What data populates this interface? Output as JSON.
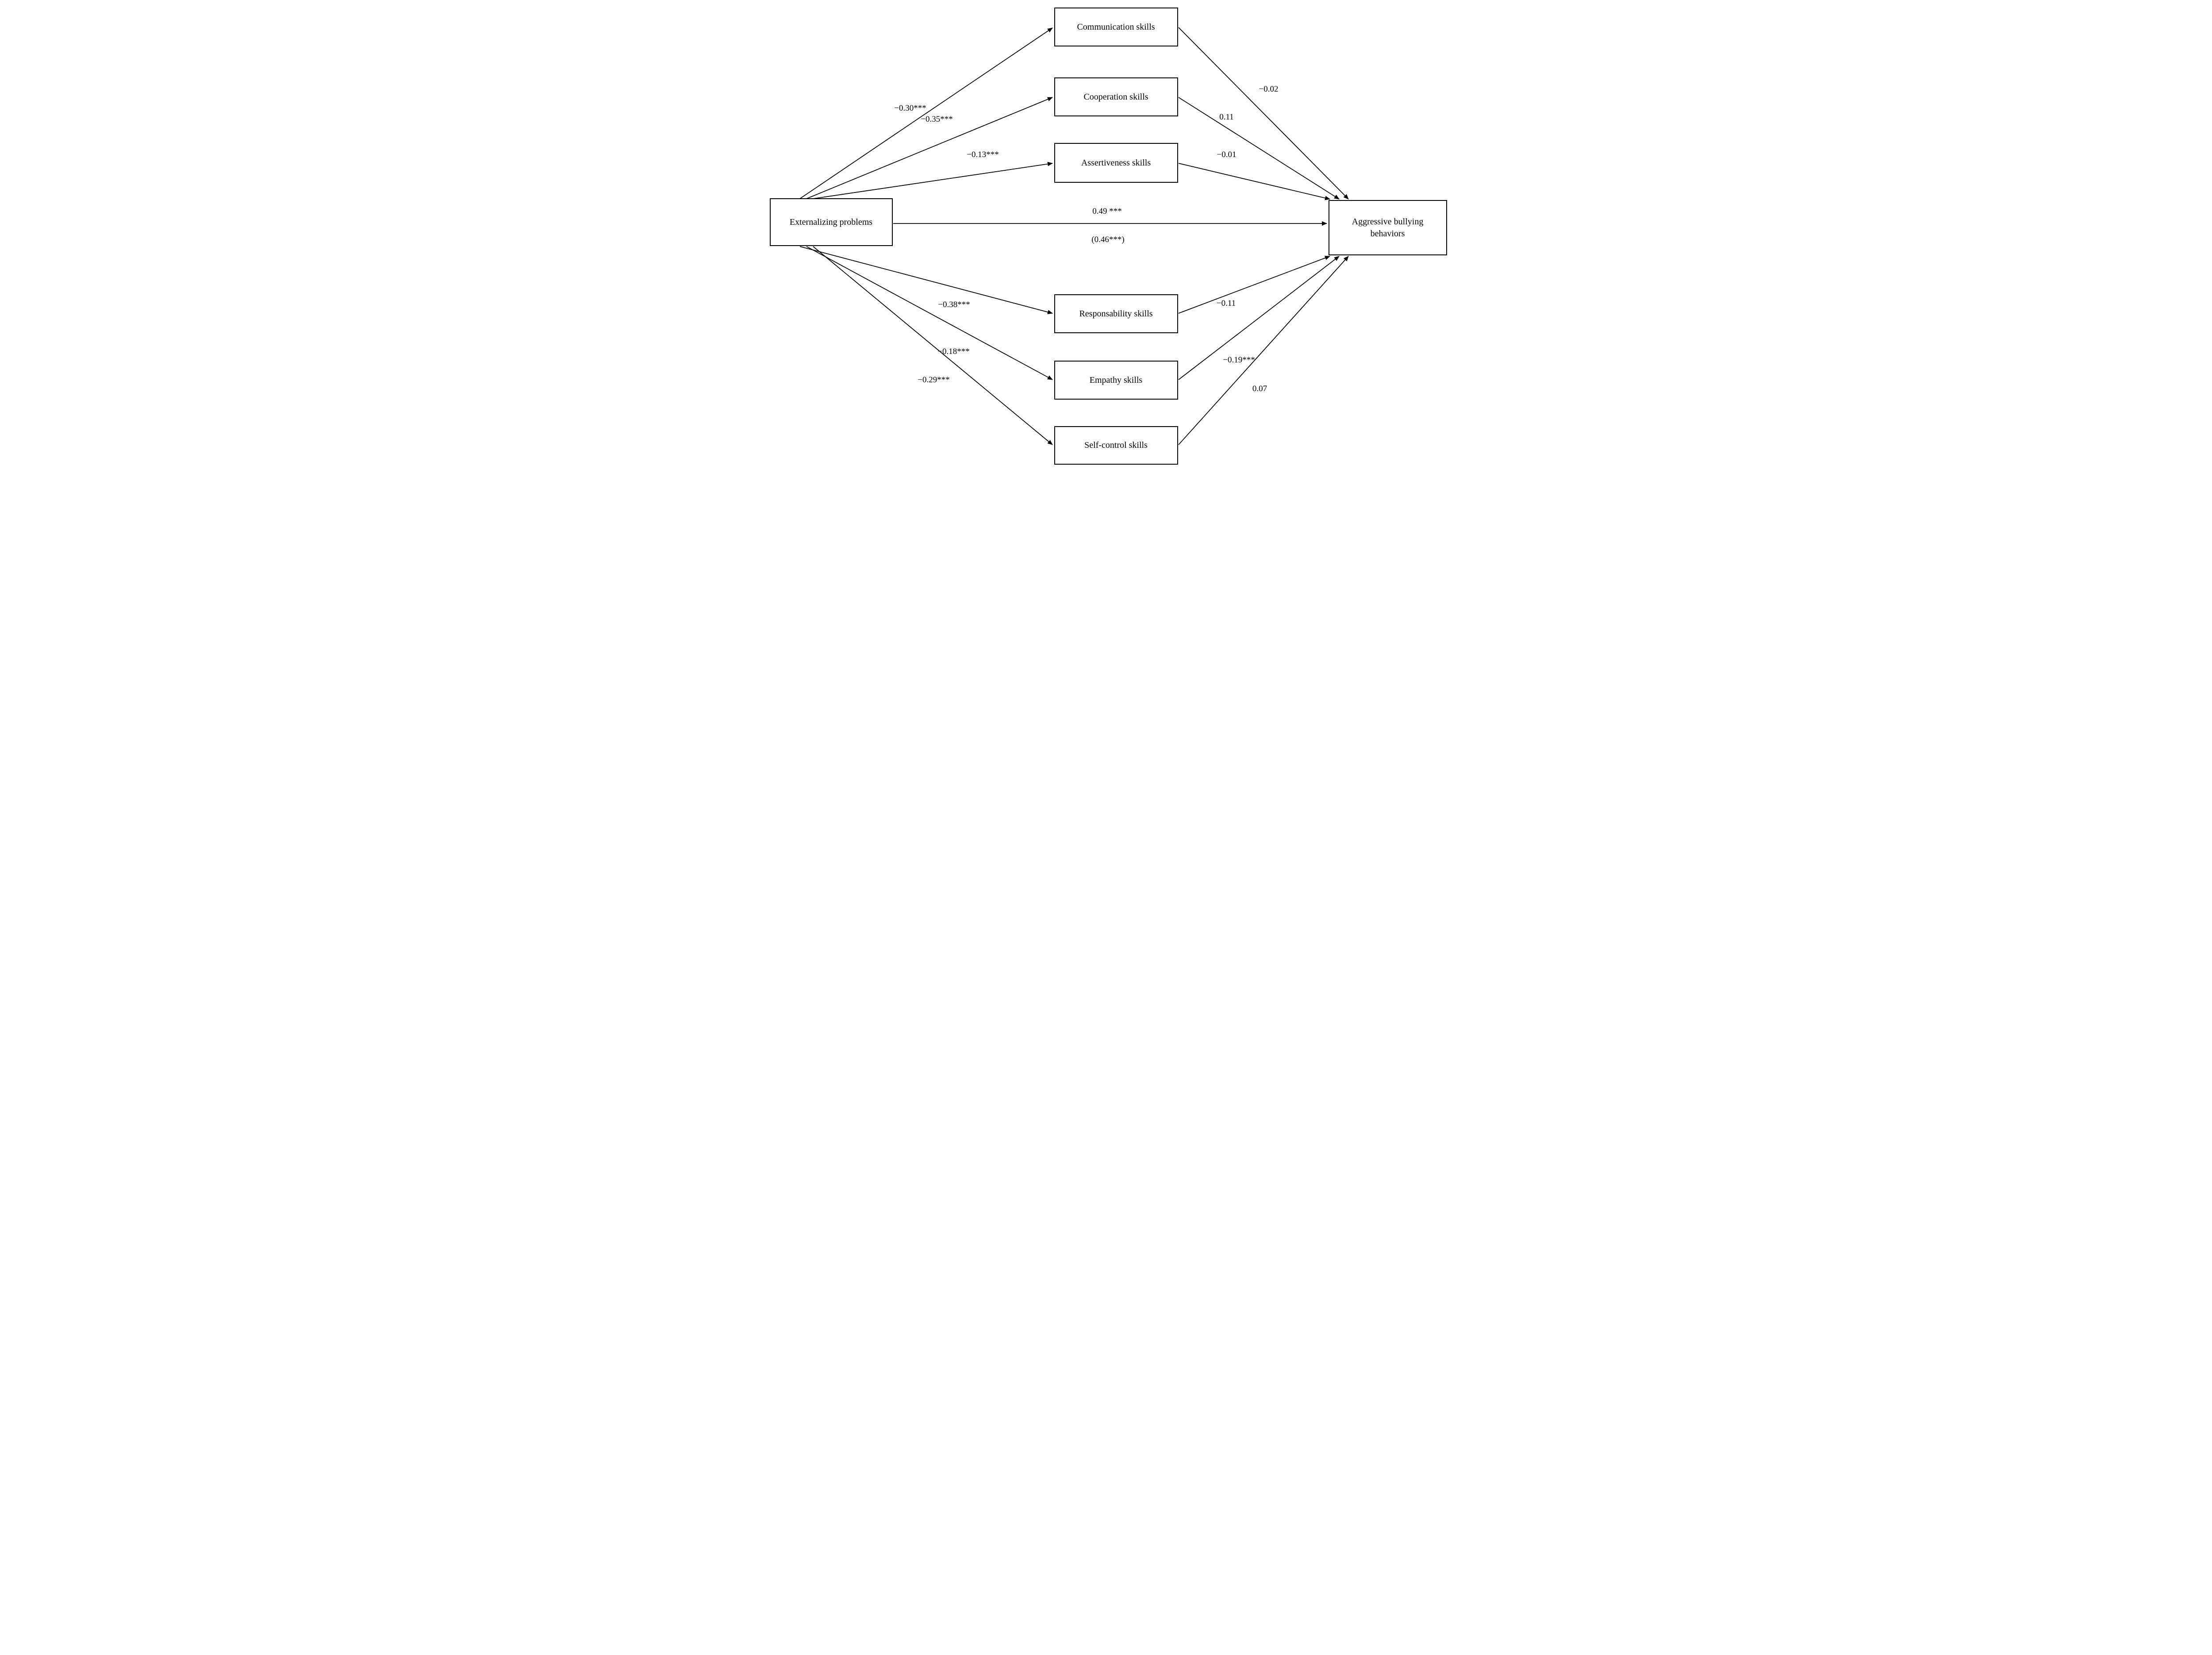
{
  "figure": {
    "background_color": "#ffffff",
    "line_color": "#000000",
    "box_border_color": "#000000"
  },
  "diagram": {
    "predictor": {
      "label": "Externalizing problems"
    },
    "outcome": {
      "label": "Aggressive bullying behaviors"
    },
    "mediators": [
      {
        "label": "Communication skills",
        "a_coef": "−0.30***",
        "b_coef": "−0.02"
      },
      {
        "label": "Cooperation skills",
        "a_coef": "−0.35***",
        "b_coef": "0.11"
      },
      {
        "label": "Assertiveness skills",
        "a_coef": "−0.13***",
        "b_coef": "−0.01"
      },
      {
        "label": "Responsability skills",
        "a_coef": "−0.38***",
        "b_coef": "−0.11"
      },
      {
        "label": "Empathy skills",
        "a_coef": "−0.18***",
        "b_coef": "−0.19***"
      },
      {
        "label": "Self-control skills",
        "a_coef": "−0.29***",
        "b_coef": "0.07"
      }
    ],
    "direct_effect_label": "0.49 ***",
    "total_effect_label": "(0.46***)"
  }
}
